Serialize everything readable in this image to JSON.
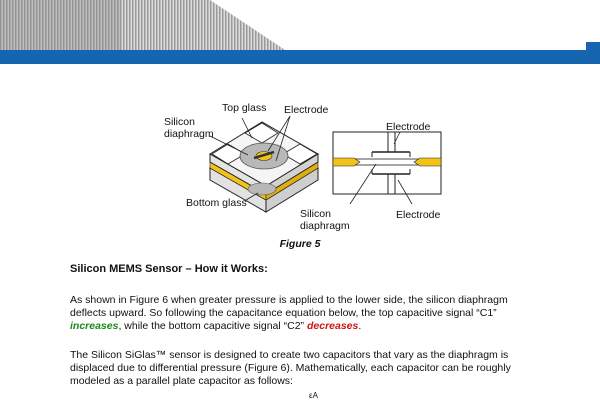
{
  "figure": {
    "labels": {
      "top_glass": "Top glass",
      "electrode_top": "Electrode",
      "silicon_diaphragm_left_1": "Silicon",
      "silicon_diaphragm_left_2": "diaphragm",
      "bottom_glass": "Bottom glass",
      "electrode_right_top": "Electrode",
      "silicon_diaphragm_center_1": "Silicon",
      "silicon_diaphragm_center_2": "diaphragm",
      "electrode_right_bottom": "Electrode"
    },
    "caption": "Figure 5"
  },
  "section": {
    "title": "Silicon MEMS Sensor – How it Works:"
  },
  "paragraph1": {
    "text_a": "As shown in Figure 6 when greater pressure is applied to the lower side, the silicon diaphragm deflects upward. So following the capacitance equation below, the top capacitive signal “C1” ",
    "kw_increases": "increases",
    "text_b": ", while the bottom capacitive signal “C2” ",
    "kw_decreases": "decreases",
    "text_c": "."
  },
  "paragraph2": {
    "text": "The Silicon SiGlas™ sensor is designed to create two capacitors that vary as the diaphragm is displaced due to differential pressure (Figure 6). Mathematically, each capacitor can be roughly modeled as a parallel plate capacitor as follows:"
  },
  "formula": {
    "numerator": "εA"
  },
  "colors": {
    "header_blue": "#1565b0",
    "accent_green": "#1a8a1a",
    "accent_red": "#d01414",
    "electrode_yellow": "#f2c21b"
  }
}
